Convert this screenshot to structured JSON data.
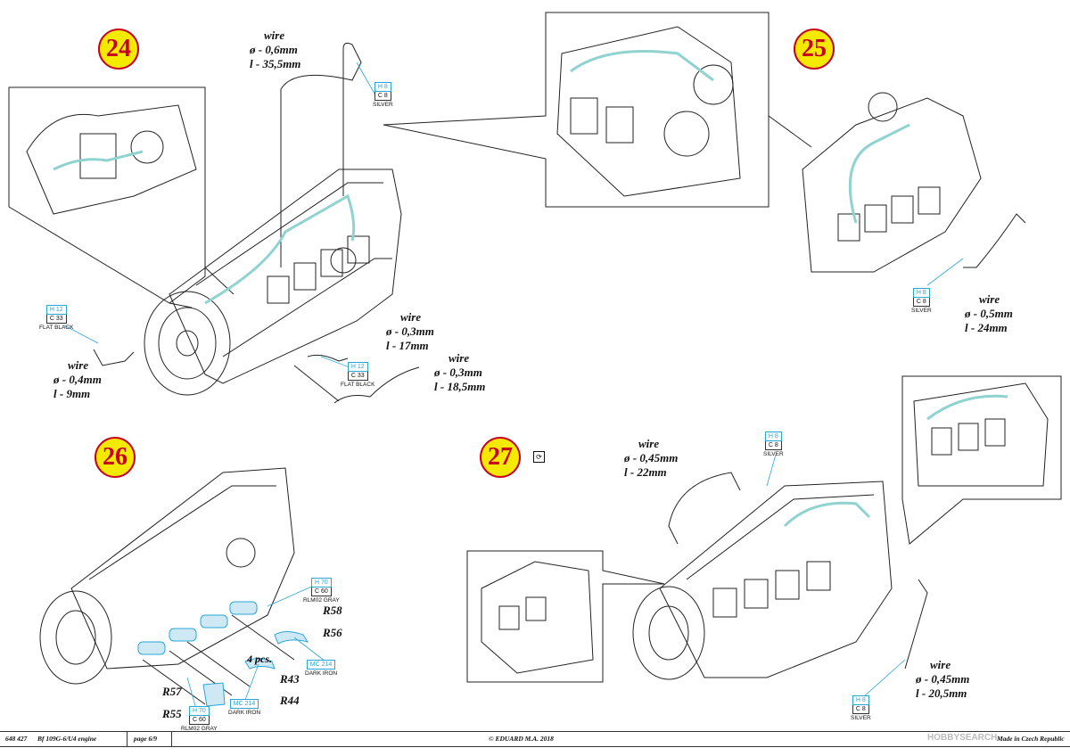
{
  "steps": [
    "24",
    "25",
    "26",
    "27"
  ],
  "wires": {
    "s24_top": {
      "label": "wire",
      "dia": "ø - 0,6mm",
      "len": "l - 35,5mm"
    },
    "s24_mid": {
      "label": "wire",
      "dia": "ø - 0,3mm",
      "len": "l - 17mm"
    },
    "s24_right": {
      "label": "wire",
      "dia": "ø - 0,3mm",
      "len": "l - 18,5mm"
    },
    "s24_left": {
      "label": "wire",
      "dia": "ø - 0,4mm",
      "len": "l - 9mm"
    },
    "s25": {
      "label": "wire",
      "dia": "ø - 0,5mm",
      "len": "l - 24mm"
    },
    "s27_top": {
      "label": "wire",
      "dia": "ø - 0,45mm",
      "len": "l - 22mm"
    },
    "s27_bot": {
      "label": "wire",
      "dia": "ø - 0,45mm",
      "len": "l - 20,5mm"
    }
  },
  "paints": {
    "silver": {
      "h": "H 8",
      "c": "C 8",
      "name": "SILVER"
    },
    "flat_black": {
      "h": "H 12",
      "c": "C 33",
      "name": "FLAT BLACK"
    },
    "rlm02": {
      "h": "H 70",
      "c": "C 60",
      "name": "RLM02 GRAY"
    },
    "dark_iron": {
      "h": "MC 214",
      "name": "DARK IRON"
    }
  },
  "parts": {
    "r58": "R58",
    "r56": "R56",
    "r57": "R57",
    "r55": "R55",
    "r43": "R43",
    "r44": "R44",
    "pcs": "4 pcs."
  },
  "footer": {
    "code": "648 427",
    "title": "Bf 109G-6/U4 engine",
    "page": "page 6/9",
    "copyright": "© EDUARD  M.A. 2018",
    "made": "Made in Czech Republic",
    "watermark": "HOBBYSEARCH"
  },
  "colors": {
    "step_fill": "#f3ea00",
    "step_ring": "#c8001e",
    "paint_code": "#2aa6d6",
    "highlight": "#8fd3d0"
  }
}
